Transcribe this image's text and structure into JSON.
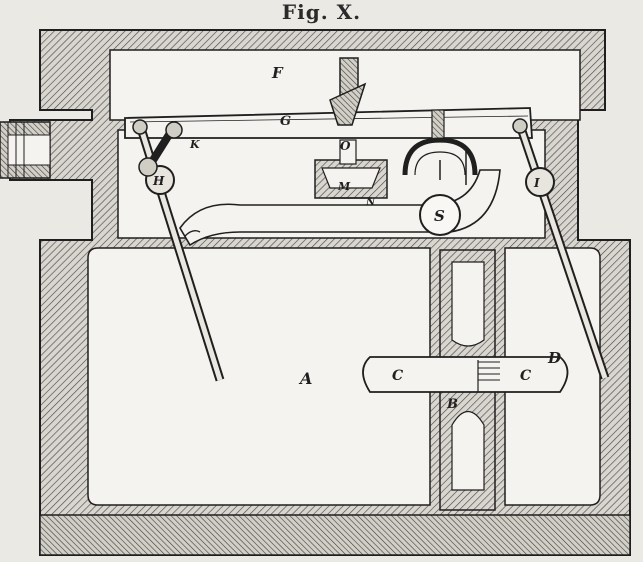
{
  "figure": {
    "title": "Fig. X.",
    "labels": {
      "A": "A",
      "B": "B",
      "C_left": "C",
      "C_right": "C",
      "D": "D",
      "F": "F",
      "G": "G",
      "H": "H",
      "I": "I",
      "K": "K",
      "M": "M",
      "N": "N",
      "O": "O",
      "S": "S"
    }
  },
  "colors": {
    "paper": "#ebe9e4",
    "ink": "#1f1f1f",
    "hatch": "#555555",
    "cavity": "#f4f3ef"
  }
}
